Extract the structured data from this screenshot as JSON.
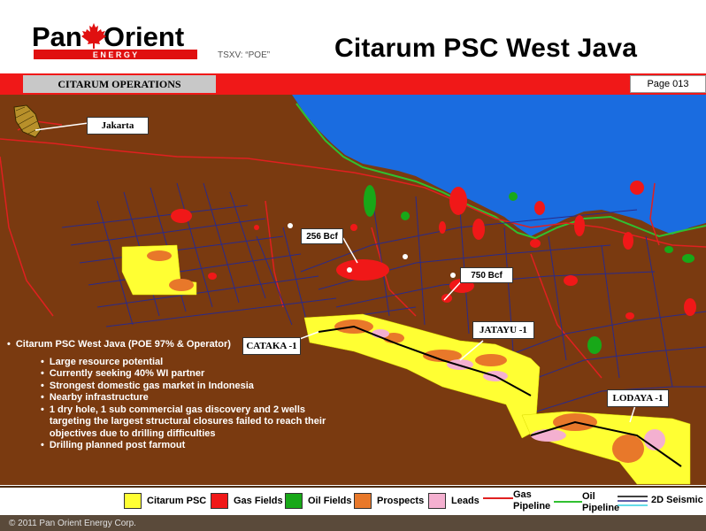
{
  "header": {
    "logo_pan": "Pan",
    "logo_orient": "Orient",
    "logo_energy": "E N E R G Y",
    "ticker": "TSXV: “POE”",
    "title": "Citarum PSC West Java"
  },
  "band": {
    "section": "CITARUM OPERATIONS",
    "page": "Page 013"
  },
  "map_labels": {
    "jakarta": "Jakarta",
    "bcf_256": "256 Bcf",
    "bcf_750": "750 Bcf",
    "cataka": "CATAKA -1",
    "jatayu": "JATAYU -1",
    "lodaya": "LODAYA -1"
  },
  "bullets": {
    "main": "Citarum PSC West Java (POE 97% & Operator)",
    "items": [
      "Large resource potential",
      "Currently seeking 40% WI partner",
      "Strongest domestic gas market in Indonesia",
      "Nearby infrastructure",
      "1 dry hole, 1 sub commercial gas discovery and 2 wells targeting the largest structural closures failed to reach their objectives due to drilling difficulties",
      "Drilling planned post farmout"
    ]
  },
  "legend": {
    "citarum": "Citarum PSC",
    "gas_fields": "Gas Fields",
    "oil_fields": "Oil Fields",
    "prospects": "Prospects",
    "leads": "Leads",
    "gas_pipeline_1": "Gas",
    "gas_pipeline_2": "Pipeline",
    "oil_pipeline_1": "Oil",
    "oil_pipeline_2": "Pipeline",
    "seismic": "2D Seismic"
  },
  "footer": "© 2011 Pan Orient Energy Corp.",
  "colors": {
    "land": "#7a3a10",
    "sea": "#1a6ce0",
    "citarum": "#ffff33",
    "gas": "#f01818",
    "oil": "#18a818",
    "prospect": "#e8782a",
    "lead": "#f4b0d0",
    "gas_pipeline": "#e02020",
    "oil_pipeline": "#30c030",
    "seismic": "#2a2a8a"
  }
}
